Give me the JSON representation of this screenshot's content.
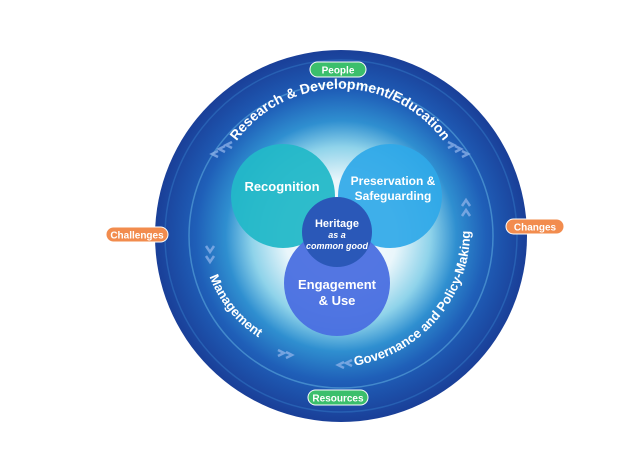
{
  "ring": {
    "top_label": "Research & Development/Education",
    "left_label": "Management",
    "right_label": "Governance and Policy-Making"
  },
  "circles": {
    "recognition": "Recognition",
    "preservation_line1": "Preservation &",
    "preservation_line2": "Safeguarding",
    "engagement_line1": "Engagement",
    "engagement_line2": "& Use"
  },
  "center": {
    "line1": "Heritage",
    "line2": "as a",
    "line3": "common good"
  },
  "badges": {
    "people": "People",
    "resources": "Resources",
    "challenges": "Challenges",
    "changes": "Changes"
  },
  "colors": {
    "badge_green": "#3bbf6c",
    "badge_orange": "#f28c4e",
    "outer_ring": "#1d4fa6",
    "recognition": "#23b8c8",
    "preservation": "#2fa8e8",
    "engagement": "#4a6fe0",
    "center": "#2a58b8"
  }
}
